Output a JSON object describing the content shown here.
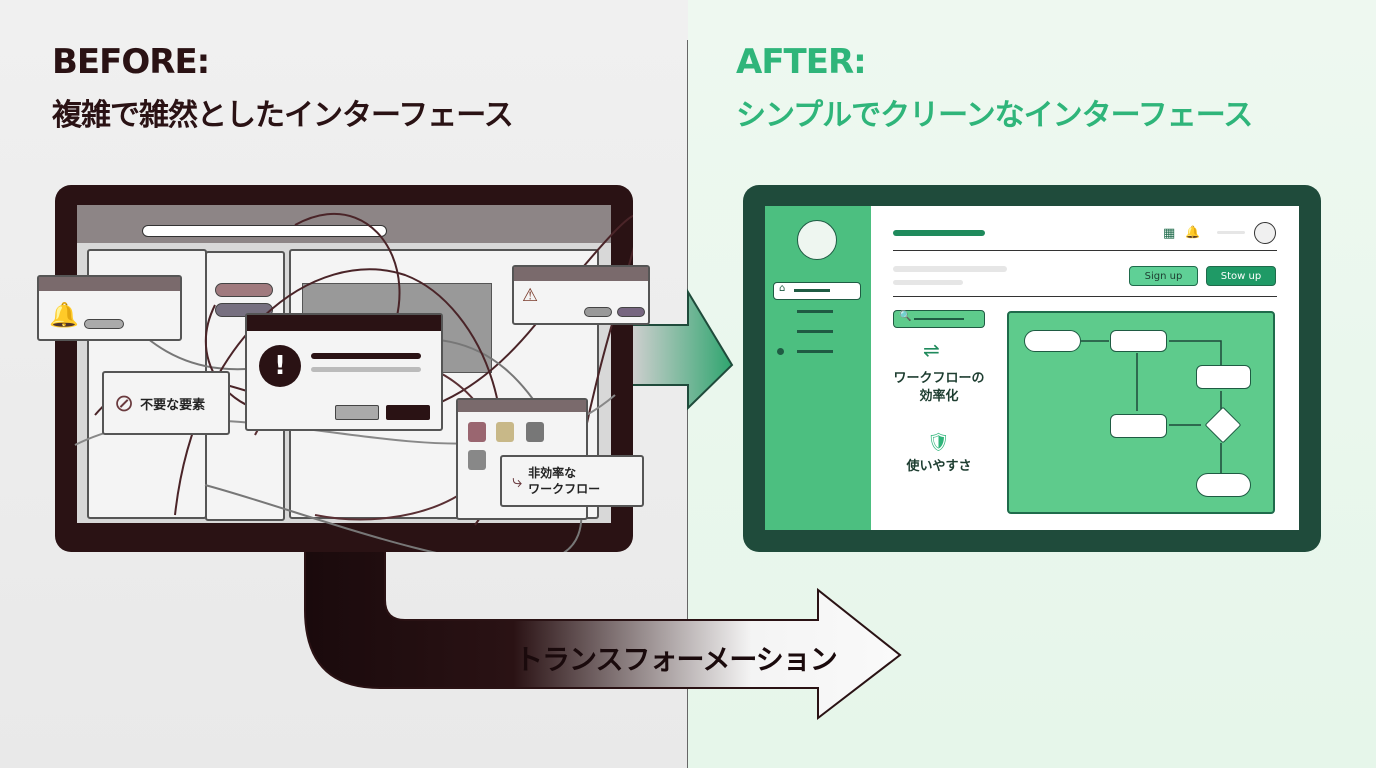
{
  "before": {
    "heading": "BEFORE:",
    "subtitle": "複雑で雑然としたインターフェース",
    "tag_unneeded": "不要な要素",
    "tag_inefficient_1": "非効率な",
    "tag_inefficient_2": "ワークフロー"
  },
  "after": {
    "heading": "AFTER:",
    "subtitle": "シンプルでクリーンなインターフェース",
    "signup_label": "Sign up",
    "second_label": "Stow up",
    "feature_workflow_1": "ワークフローの",
    "feature_workflow_2": "効率化",
    "feature_usability": "使いやすさ"
  },
  "transformation": {
    "label": "トランスフォーメーション"
  },
  "colors": {
    "before_dark": "#2a1214",
    "after_green": "#2fb57a",
    "panel_green": "#4cbf80"
  }
}
